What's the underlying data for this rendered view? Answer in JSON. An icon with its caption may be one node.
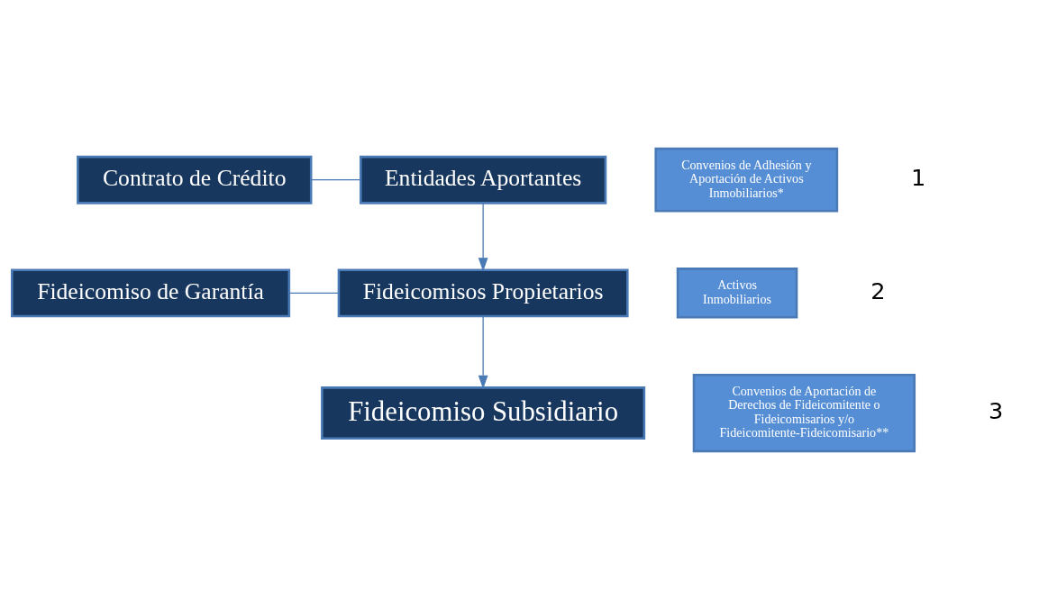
{
  "diagram": {
    "nodes": [
      {
        "text": [
          "Fideicomiso Subsidiario"
        ]
      },
      {
        "text": [
          "Fideicomiso de Garantía"
        ]
      },
      {
        "text": [
          "Fideicomisos Propietarios"
        ]
      },
      {
        "text": [
          "Contrato de Crédito"
        ]
      },
      {
        "text": [
          "Entidades Aportantes"
        ]
      },
      {
        "text": [
          "Activos Inmobiliarios"
        ]
      },
      {
        "text": [
          "Convenios de Aportación de Derechos de Fideicomitente o Fideicomisarios y/o Fideicomitente-Fideicomisario**"
        ]
      },
      {
        "text": [
          "Convenios de Adhesión y Aportación de Activos Inmobiliarios*"
        ]
      }
    ],
    "edges": [
      {
        "from": 1,
        "to": 2,
        "arrow": "none"
      },
      {
        "from": 2,
        "to": 0,
        "arrow": "to"
      },
      {
        "from": 4,
        "to": 2,
        "arrow": "to"
      },
      {
        "from": 3,
        "to": 4,
        "arrow": "none"
      }
    ],
    "labels": [
      "3",
      "2",
      "1"
    ]
  }
}
